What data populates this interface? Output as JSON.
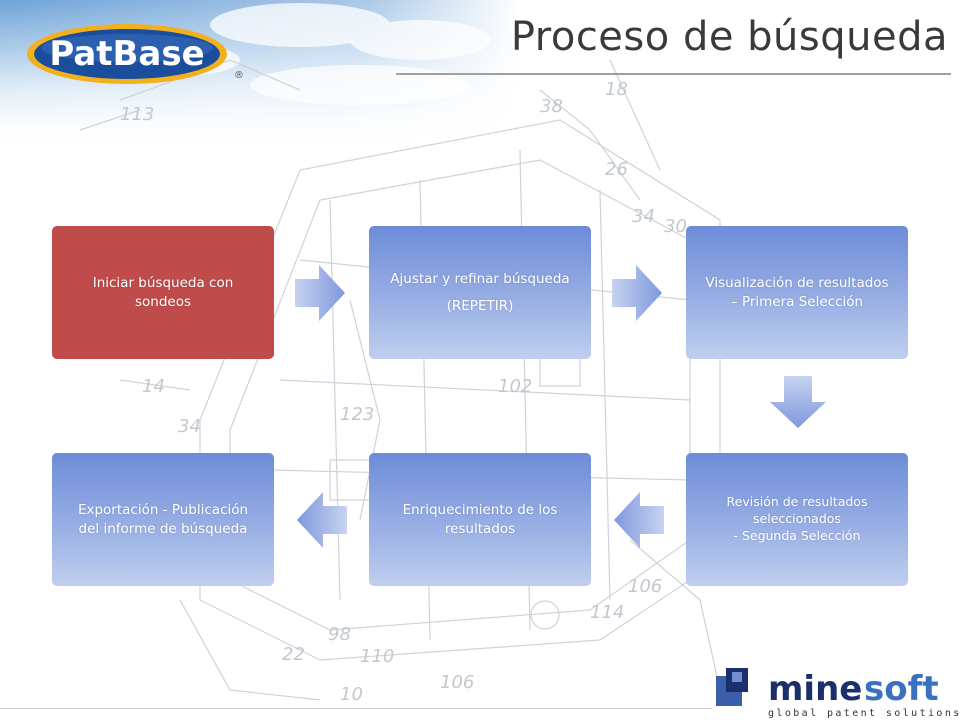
{
  "header": {
    "title": "Proceso de búsqueda",
    "logo_text": "PatBase",
    "logo_mark": "®"
  },
  "steps": [
    {
      "label_lines": [
        "Iniciar búsqueda con",
        "sondeos"
      ],
      "color": "#bf4c4a"
    },
    {
      "label_lines": [
        "Ajustar y refinar búsqueda",
        "(REPETIR)"
      ],
      "color": "#8aa2e0"
    },
    {
      "label_lines": [
        "Visualización de resultados",
        "– Primera Selección"
      ],
      "color": "#8aa2e0"
    },
    {
      "label_lines": [
        "Revisión de resultados",
        "seleccionados",
        "- Segunda Selección"
      ],
      "color": "#8aa2e0"
    },
    {
      "label_lines": [
        "Enriquecimiento de los",
        "resultados"
      ],
      "color": "#8aa2e0"
    },
    {
      "label_lines": [
        "Exportación - Publicación",
        "del informe de búsqueda"
      ],
      "color": "#8aa2e0"
    }
  ],
  "footer": {
    "brand_prefix": "mine",
    "brand_suffix": "soft",
    "tagline": "global patent solutions"
  },
  "colors": {
    "accent_red": "#bf4c4a",
    "box_blue_top": "#6d8bd8",
    "box_blue_bottom": "#c0cfef",
    "patbase_blue": "#1a4d9c",
    "patbase_gold": "#f2b01e"
  }
}
